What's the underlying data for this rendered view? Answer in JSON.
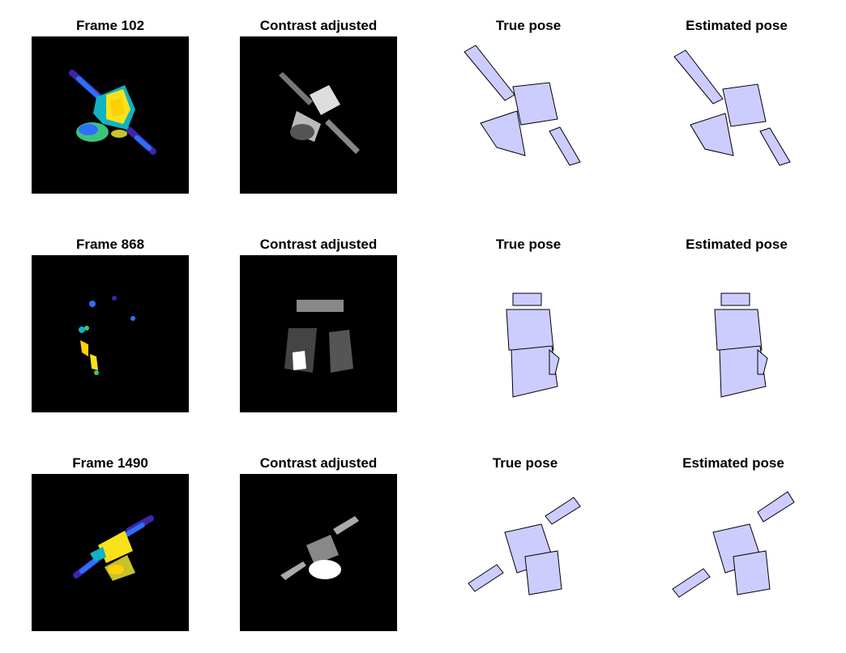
{
  "rows": [
    {
      "frame_title": "Frame 102",
      "contrast_title": "Contrast adjusted",
      "true_title": "True pose",
      "est_title": "Estimated pose"
    },
    {
      "frame_title": "Frame 868",
      "contrast_title": "Contrast adjusted",
      "true_title": "True pose",
      "est_title": "Estimated pose"
    },
    {
      "frame_title": "Frame 1490",
      "contrast_title": "Contrast adjusted",
      "true_title": "True pose",
      "est_title": "Estimated pose"
    }
  ],
  "colors": {
    "panel_background": "#000000",
    "model_fill": "#ccccff",
    "model_edge": "#000000",
    "colormap": [
      "#3e26a8",
      "#2e6ffd",
      "#0fb3c4",
      "#3cc47a",
      "#c8c22c",
      "#f9e21a",
      "#ffd000"
    ]
  }
}
